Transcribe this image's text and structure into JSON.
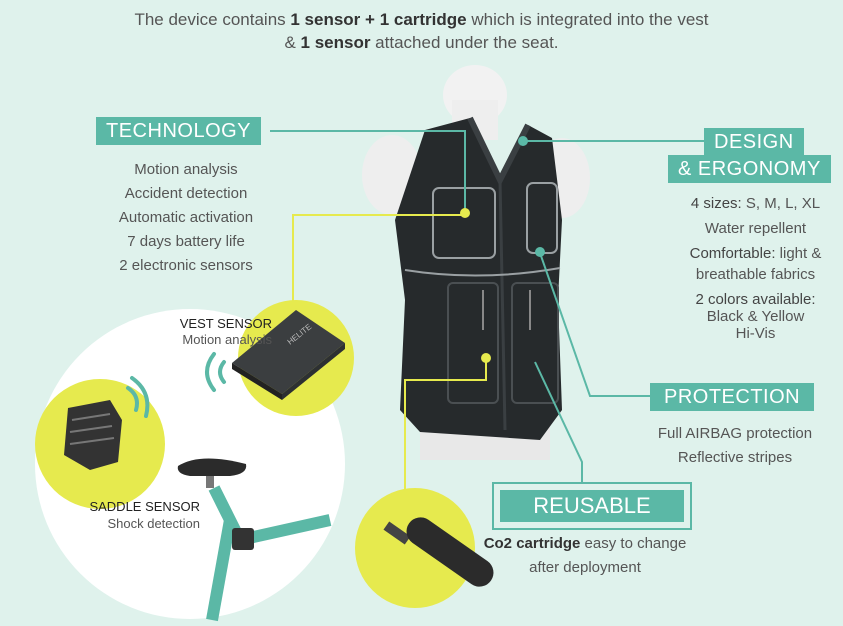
{
  "intro": {
    "line1_pre": "The device contains ",
    "line1_b1": "1 sensor",
    "line1_plus": " + ",
    "line1_b2": "1 cartridge",
    "line1_post": " which is integrated into the vest",
    "line2_pre": "&  ",
    "line2_b": "1 sensor",
    "line2_post": " attached under the seat."
  },
  "technology": {
    "title": "TECHNOLOGY",
    "items": [
      "Motion analysis",
      "Accident detection",
      "Automatic activation",
      "7 days battery life",
      "2 electronic sensors"
    ]
  },
  "design": {
    "title_line1": "DESIGN",
    "title_line2": "& ERGONOMY",
    "sizes_label": "4 sizes:",
    "sizes_value": " S, M, L, XL",
    "water": "Water repellent",
    "comfort_label": "Comfortable:",
    "comfort_value": " light &",
    "comfort_line2": "breathable fabrics",
    "colors_label": "2 colors available:",
    "colors_line2": "Black & Yellow",
    "colors_line3": "Hi-Vis"
  },
  "protection": {
    "title": "PROTECTION",
    "items": [
      "Full AIRBAG protection",
      "Reflective stripes"
    ]
  },
  "reusable": {
    "title": "REUSABLE",
    "desc_bold": "Co2 cartridge",
    "desc_rest": " easy to change",
    "desc_line2": "after deployment"
  },
  "vest_sensor": {
    "title": "VEST SENSOR",
    "subtitle": "Motion analysis",
    "device_text": "HELITE"
  },
  "saddle_sensor": {
    "title": "SADDLE SENSOR",
    "subtitle": "Shock detection"
  },
  "colors": {
    "teal": "#5bb8a6",
    "yellow": "#e6ea4e",
    "background": "#dff2ec"
  }
}
